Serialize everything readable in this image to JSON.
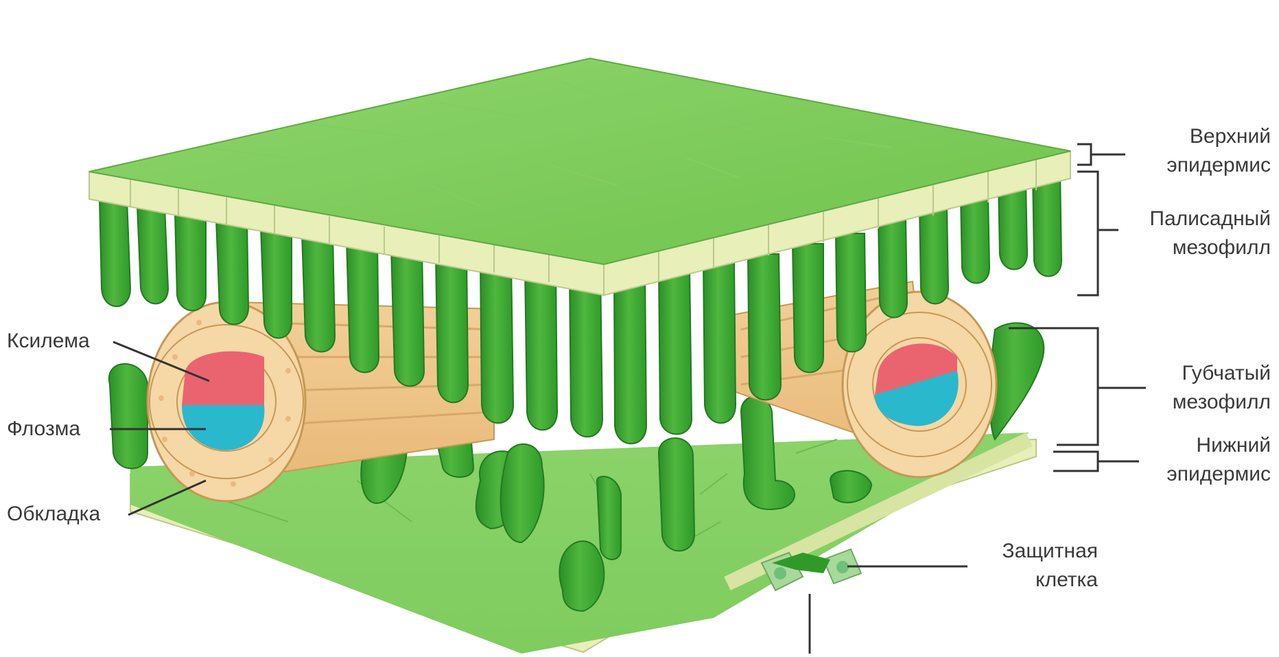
{
  "labels": {
    "upper_epidermis": [
      "Верхний",
      "эпидермис"
    ],
    "palisade_mesophyll": [
      "Палисадный",
      "мезофилл"
    ],
    "spongy_mesophyll": [
      "Губчатый",
      "мезофилл"
    ],
    "lower_epidermis": [
      "Нижний",
      "эпидермис"
    ],
    "xylem": "Ксилема",
    "phloem": "Флозма",
    "bundle_sheath": "Обкладка",
    "guard_cell": [
      "Защитная",
      "клетка"
    ]
  },
  "colors": {
    "leaf_green": "#7ccf5c",
    "light_green": "#a6df86",
    "dark_green": "#2f9a2a",
    "epidermis_cream": "#e8efb8",
    "sheath_tan": "#f6d7a6",
    "xylem_red": "#ea6470",
    "phloem_cyan": "#2ab8cc"
  }
}
